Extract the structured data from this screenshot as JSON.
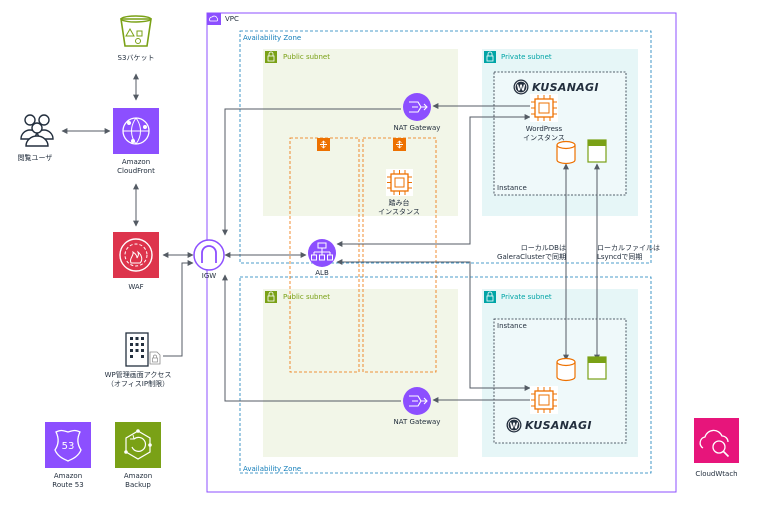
{
  "colors": {
    "vpc": "#8c4fff",
    "az": "#147eba",
    "public_subnet": "#7aa116",
    "public_fill": "#f2f6e8",
    "private_subnet": "#00a4a6",
    "private_fill": "#e6f6f7",
    "compute": "#ed7100",
    "network": "#8c4fff",
    "security": "#dd344c",
    "storage": "#7aa116",
    "management": "#e7157b",
    "arrow": "#545b64"
  },
  "groups": {
    "vpc": "VPC",
    "az_top": "Availability Zone",
    "az_bottom": "Availability Zone",
    "public_subnet_top": "Public subnet",
    "private_subnet_top": "Private subnet",
    "public_subnet_bottom": "Public subnet",
    "private_subnet_bottom": "Private subnet",
    "instance_top": "Instance",
    "instance_bottom": "Instance"
  },
  "nodes": {
    "s3": "S3バケット",
    "users": "閲覧ユーザ",
    "cloudfront": "Amazon\nCloudFront",
    "waf": "WAF",
    "igw": "IGW",
    "wp_admin": "WP管理画面アクセス\n（オフィスIP制限）",
    "route53": "Amazon\nRoute 53",
    "backup": "Amazon\nBackup",
    "nat_top": "NAT Gateway",
    "nat_bottom": "NAT Gateway",
    "wordpress": "WordPress\nインスタンス",
    "bastion": "踏み台\nインスタンス",
    "alb": "ALB",
    "cloudwatch": "CloudWtach",
    "kusanagi_top": "KUSANAGI",
    "kusanagi_bottom": "KUSANAGI",
    "route53_badge": "53"
  },
  "annotations": {
    "db_sync": "ローカルDBは\nGaleraClusterで同期",
    "file_sync": "ローカルファイルは\nLsyncdで同期"
  }
}
